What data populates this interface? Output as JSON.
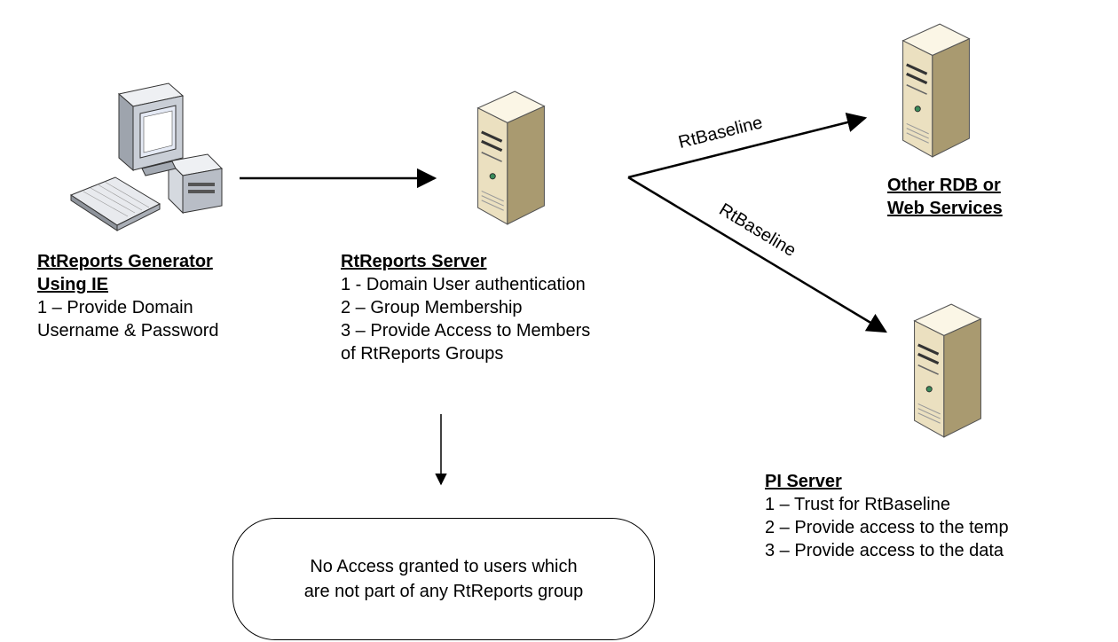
{
  "generator": {
    "title_line1": "RtReports Generator",
    "title_line2": "Using IE",
    "lines": [
      "1 – Provide Domain",
      "Username & Password"
    ]
  },
  "server": {
    "title": "RtReports Server",
    "lines": [
      "1 - Domain User authentication",
      "2 – Group Membership",
      "3 – Provide Access to Members",
      "of RtReports Groups"
    ]
  },
  "other_rdb": {
    "title_line1": "Other RDB or",
    "title_line2": "Web Services"
  },
  "pi_server": {
    "title": "PI Server",
    "lines": [
      "1 – Trust for RtBaseline",
      "2 – Provide access to the temp",
      "3 – Provide access to the data"
    ]
  },
  "edges": {
    "upper_label": "RtBaseline",
    "lower_label": "RtBaseline"
  },
  "no_access_box": {
    "line1": "No Access granted to users which",
    "line2": "are not part of any RtReports group"
  }
}
